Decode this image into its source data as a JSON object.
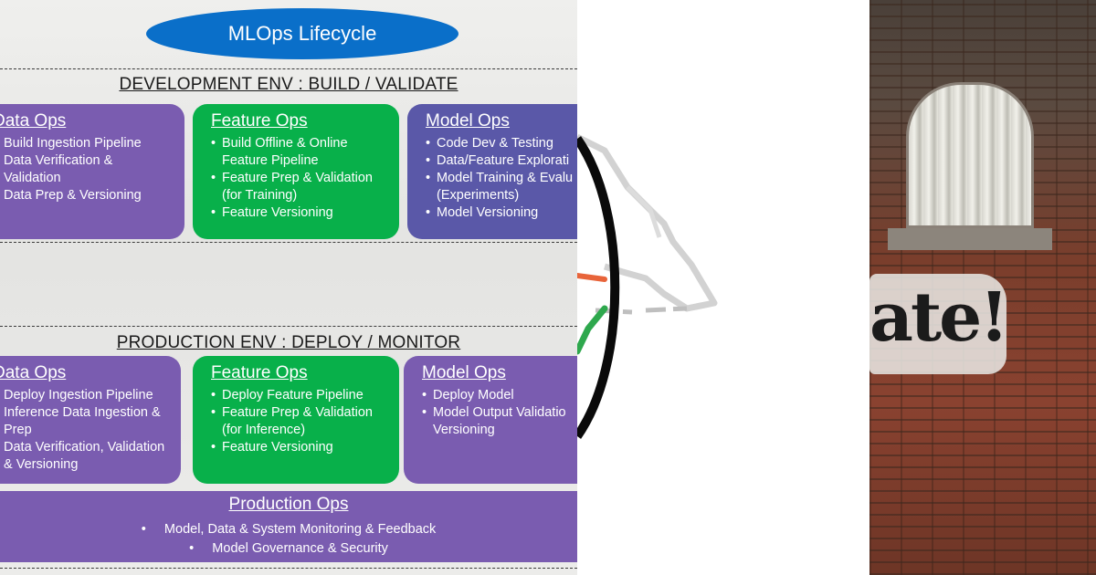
{
  "title": "MLOps Lifecycle",
  "development": {
    "heading": "DEVELOPMENT ENV : BUILD / VALIDATE",
    "data_ops": {
      "title": "Data Ops",
      "items": [
        "Build Ingestion Pipeline",
        "Data Verification & Validation",
        "Data Prep & Versioning"
      ]
    },
    "feature_ops": {
      "title": "Feature Ops",
      "items": [
        "Build Offline & Online Feature Pipeline",
        "Feature Prep & Validation (for Training)",
        "Feature Versioning"
      ]
    },
    "model_ops": {
      "title": "Model Ops",
      "items": [
        "Code Dev & Testing",
        "Data/Feature Explorati",
        "Model Training & Evalu (Experiments)",
        "Model Versioning"
      ]
    }
  },
  "production": {
    "heading": "PRODUCTION ENV : DEPLOY / MONITOR",
    "data_ops": {
      "title": "Data Ops",
      "items": [
        "Deploy Ingestion Pipeline",
        "Inference Data Ingestion & Prep",
        "Data Verification, Validation & Versioning"
      ]
    },
    "feature_ops": {
      "title": "Feature Ops",
      "items": [
        "Deploy Feature Pipeline",
        "Feature Prep & Validation (for Inference)",
        "Feature Versioning"
      ]
    },
    "model_ops": {
      "title": "Model Ops",
      "items": [
        "Deploy Model",
        "Model Output Validatio Versioning"
      ]
    },
    "production_ops": {
      "title": "Production Ops",
      "items": [
        "Model, Data & System Monitoring & Feedback",
        "Model Governance & Security"
      ]
    }
  },
  "photo": {
    "graffiti_text": "ate!"
  },
  "colors": {
    "title_pill": "#0a6fc9",
    "purple": "#7a5cb0",
    "green": "#08b04a",
    "blue": "#5a58a8"
  }
}
